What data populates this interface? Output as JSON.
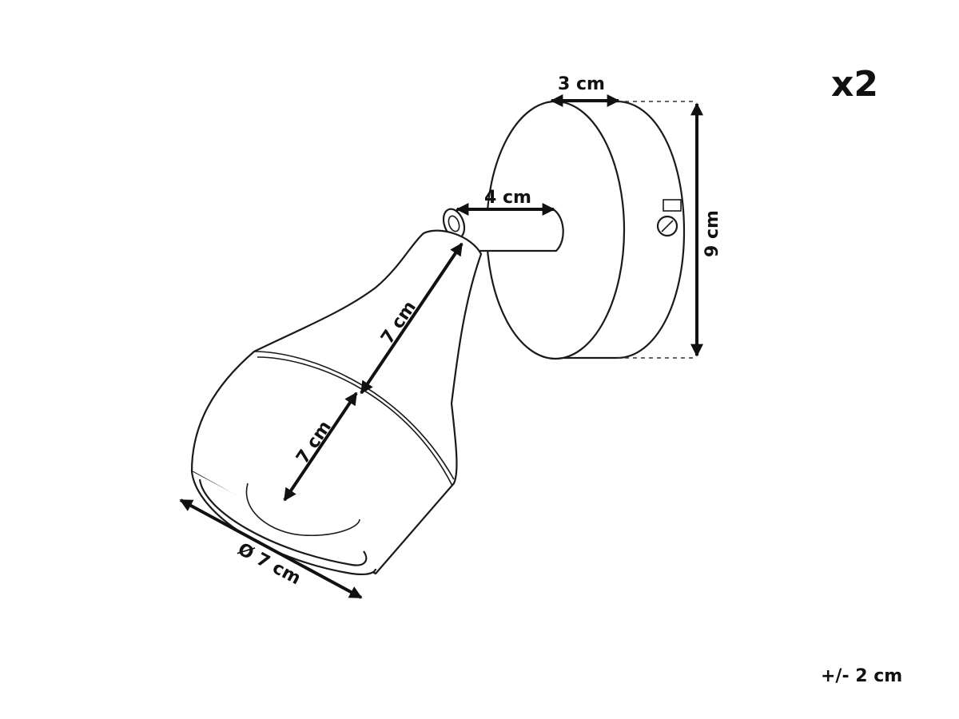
{
  "quantity_label": "x2",
  "tolerance_label": "+/- 2 cm",
  "dimensions": {
    "base_depth": "3 cm",
    "arm_length": "4 cm",
    "base_height": "9 cm",
    "neck_length": "7 cm",
    "shade_length": "7 cm",
    "shade_diameter": "Ø 7 cm"
  }
}
